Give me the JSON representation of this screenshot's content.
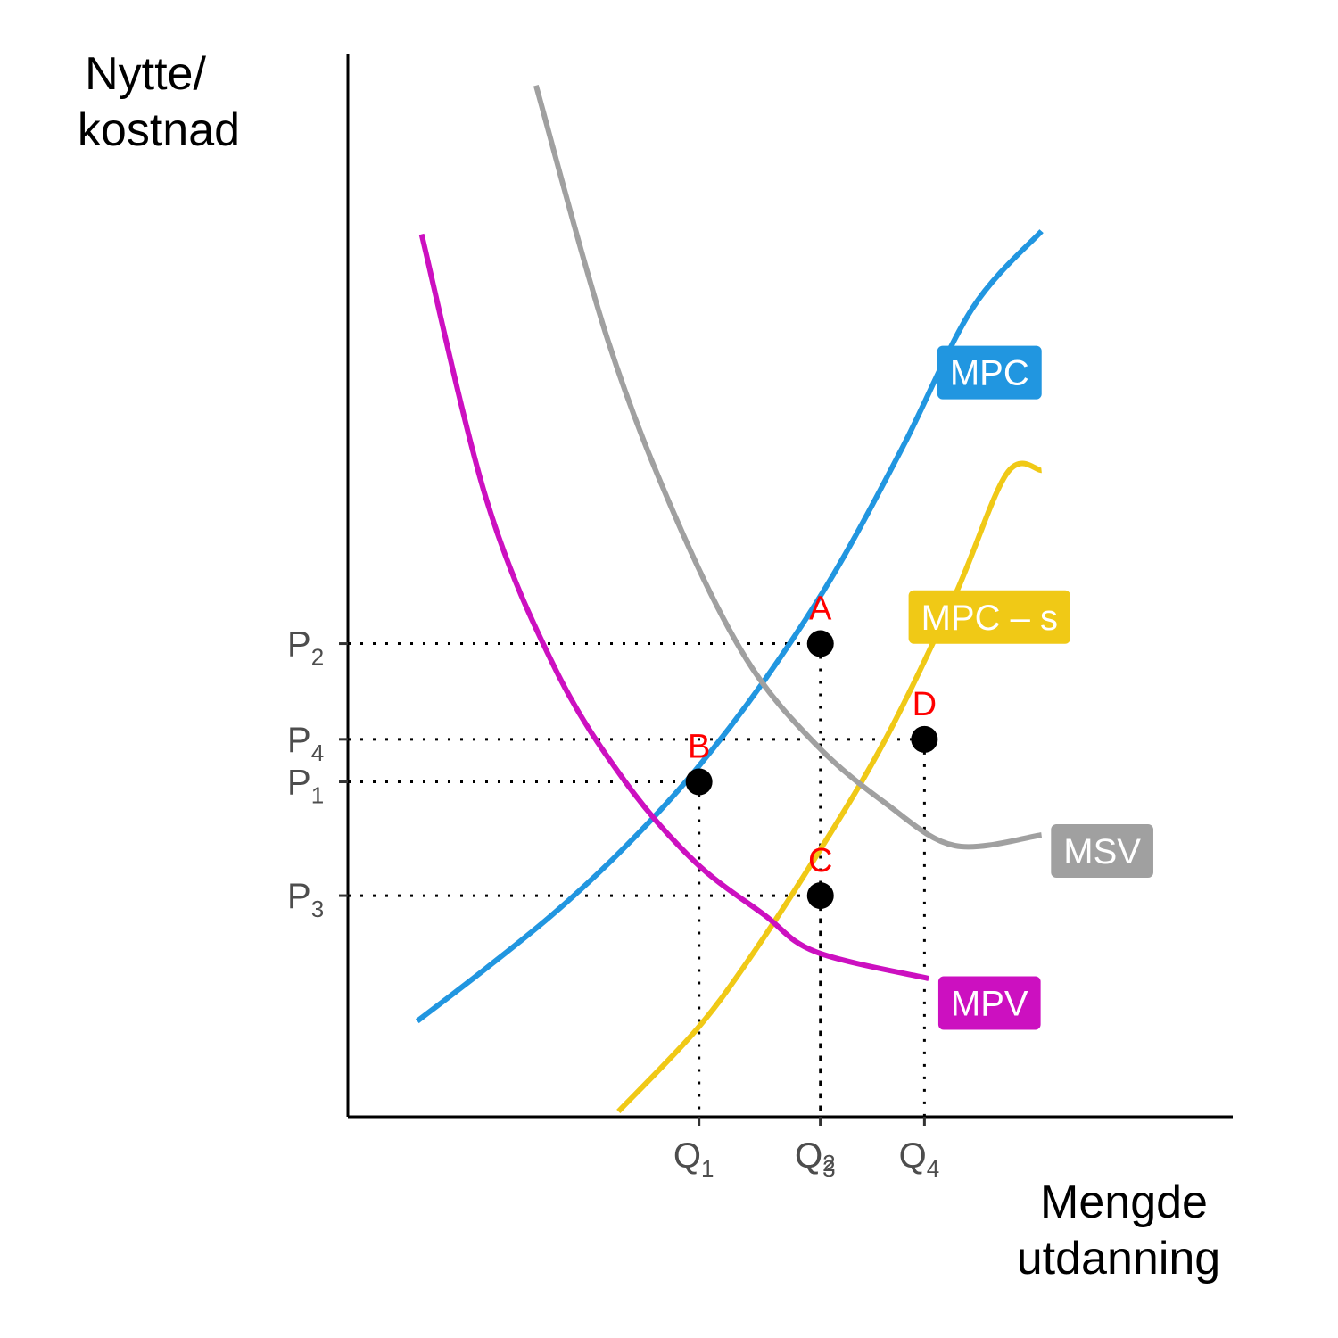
{
  "chart_data": {
    "type": "line",
    "ylabel_lines": [
      "Nytte/",
      "kostnad"
    ],
    "xlabel_lines": [
      "Mengde",
      "utdanning"
    ],
    "xlim": [
      0,
      10
    ],
    "ylim": [
      0,
      10
    ],
    "grid": false,
    "series": [
      {
        "name": "MPC",
        "color": "#2196e0",
        "x": [
          0.8,
          1.6,
          2.4,
          3.2,
          4.0,
          4.8,
          5.6,
          6.4,
          7.2,
          8.0
        ],
        "y": [
          0.9,
          1.4,
          1.93,
          2.54,
          3.25,
          4.1,
          5.1,
          6.3,
          7.6,
          8.33
        ],
        "label_x": 7.4,
        "label_y": 7.0
      },
      {
        "name": "MPC – s",
        "color": "#f0c916",
        "x": [
          3.12,
          4.0,
          4.6,
          5.4,
          6.2,
          7.0,
          7.6,
          8.0
        ],
        "y": [
          0.05,
          0.8,
          1.45,
          2.45,
          3.55,
          4.9,
          6.05,
          6.08
        ],
        "label_x": 7.4,
        "label_y": 4.7
      },
      {
        "name": "MSV",
        "color": "#a0a0a0",
        "x": [
          2.17,
          3.0,
          3.8,
          4.6,
          5.4,
          6.2,
          7.0,
          8.0
        ],
        "y": [
          9.7,
          7.3,
          5.6,
          4.3,
          3.5,
          2.95,
          2.55,
          2.65
        ],
        "label_x": 8.7,
        "label_y": 2.5
      },
      {
        "name": "MPV",
        "color": "#cc10c0",
        "x": [
          0.85,
          1.6,
          2.4,
          3.2,
          4.0,
          4.8,
          5.4,
          6.7
        ],
        "y": [
          8.3,
          5.8,
          4.2,
          3.15,
          2.4,
          1.9,
          1.55,
          1.3
        ],
        "label_x": 7.4,
        "label_y": 1.07
      }
    ],
    "points": [
      {
        "name": "A",
        "x": 5.45,
        "y": 4.45
      },
      {
        "name": "B",
        "x": 4.05,
        "y": 3.15
      },
      {
        "name": "C",
        "x": 5.45,
        "y": 2.08
      },
      {
        "name": "D",
        "x": 6.65,
        "y": 3.55
      }
    ],
    "xticks": [
      {
        "base": "Q",
        "sub": "1",
        "x": 4.05
      },
      {
        "base": "Q",
        "sub": "2",
        "x": 5.45,
        "overlay": true
      },
      {
        "base": "Q",
        "sub": "3",
        "x": 5.45
      },
      {
        "base": "Q",
        "sub": "4",
        "x": 6.65
      }
    ],
    "yticks": [
      {
        "base": "P",
        "sub": "2",
        "y": 4.45
      },
      {
        "base": "P",
        "sub": "4",
        "y": 3.55
      },
      {
        "base": "P",
        "sub": "1",
        "y": 3.15
      },
      {
        "base": "P",
        "sub": "3",
        "y": 2.08
      }
    ]
  }
}
